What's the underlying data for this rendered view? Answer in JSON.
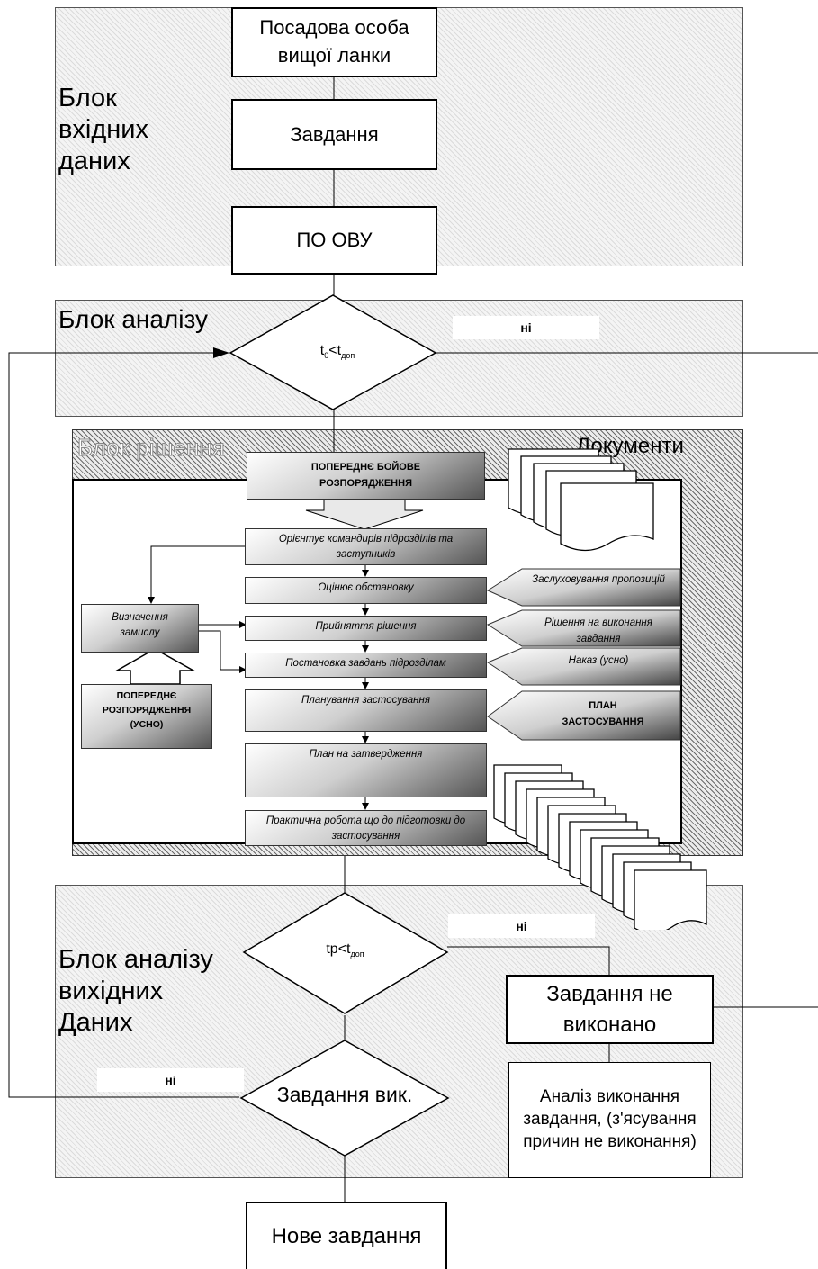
{
  "blocks": {
    "input": "Блок вхідних даних",
    "analysis": "Блок аналізу",
    "decision": "Блок рішення",
    "documents": "Документи",
    "output": "Блок аналізу вихідних Даних"
  },
  "input_blocks": {
    "official": "Посадова особа вищої ланки",
    "task": "Завдання",
    "po_ovu": "ПО ОВУ"
  },
  "decisions": {
    "d1": {
      "main": "t",
      "sub1": "0",
      "mid": "<t",
      "sub2": "доп"
    },
    "d2": {
      "main": "tр<t",
      "sub2": "доп"
    },
    "d3": "Завдання вик."
  },
  "labels": {
    "no1": "ні",
    "no2": "ні",
    "no3": "ні"
  },
  "decision_block": {
    "prelim_order_combat": "ПОПЕРЕДНЄ БОЙОВЕ РОЗПОРЯДЖЕННЯ",
    "steps": [
      "Орієнтує командирів підрозділів та заступників",
      "Оцінює обстановку",
      "Прийняття рішення",
      "Постановка завдань підрозділам",
      "Планування застосування",
      "План на затвердження",
      "Практична робота що до підготовки до застосування"
    ],
    "plan_concept": "Визначення замислу",
    "prelim_order_oral": "ПОПЕРЕДНЄ РОЗПОРЯДЖЕННЯ (УСНО)",
    "side_arrows": [
      "Заслуховування пропозицій",
      "Рішення на виконання завдання",
      "Наказ (усно)",
      "ПЛАН ЗАСТОСУВАННЯ"
    ]
  },
  "output_blocks": {
    "not_done": "Завдання не виконано",
    "analysis": "Аналіз виконання завдання, (з'ясування причин не виконання)",
    "new_task": "Нове завдання"
  }
}
